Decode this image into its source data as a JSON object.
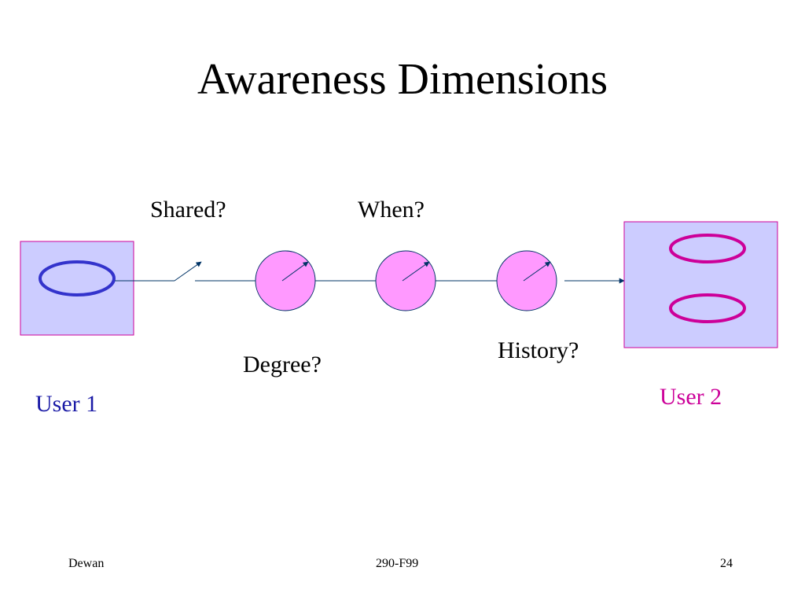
{
  "slide": {
    "title": "Awareness Dimensions"
  },
  "diagram": {
    "labels": {
      "shared": "Shared?",
      "when": "When?",
      "degree": "Degree?",
      "history": "History?"
    },
    "user1": {
      "label": "User 1",
      "color": "#1a1aa6"
    },
    "user2": {
      "label": "User 2",
      "color": "#cc0099"
    },
    "colors": {
      "box_fill": "#ccccff",
      "box_border": "#cc0099",
      "dial_fill": "#ff99ff",
      "connector": "#003366",
      "user1_ring": "#3333cc",
      "user2_ring": "#cc0099"
    }
  },
  "footer": {
    "left": "Dewan",
    "center": "290-F99",
    "right": "24"
  }
}
